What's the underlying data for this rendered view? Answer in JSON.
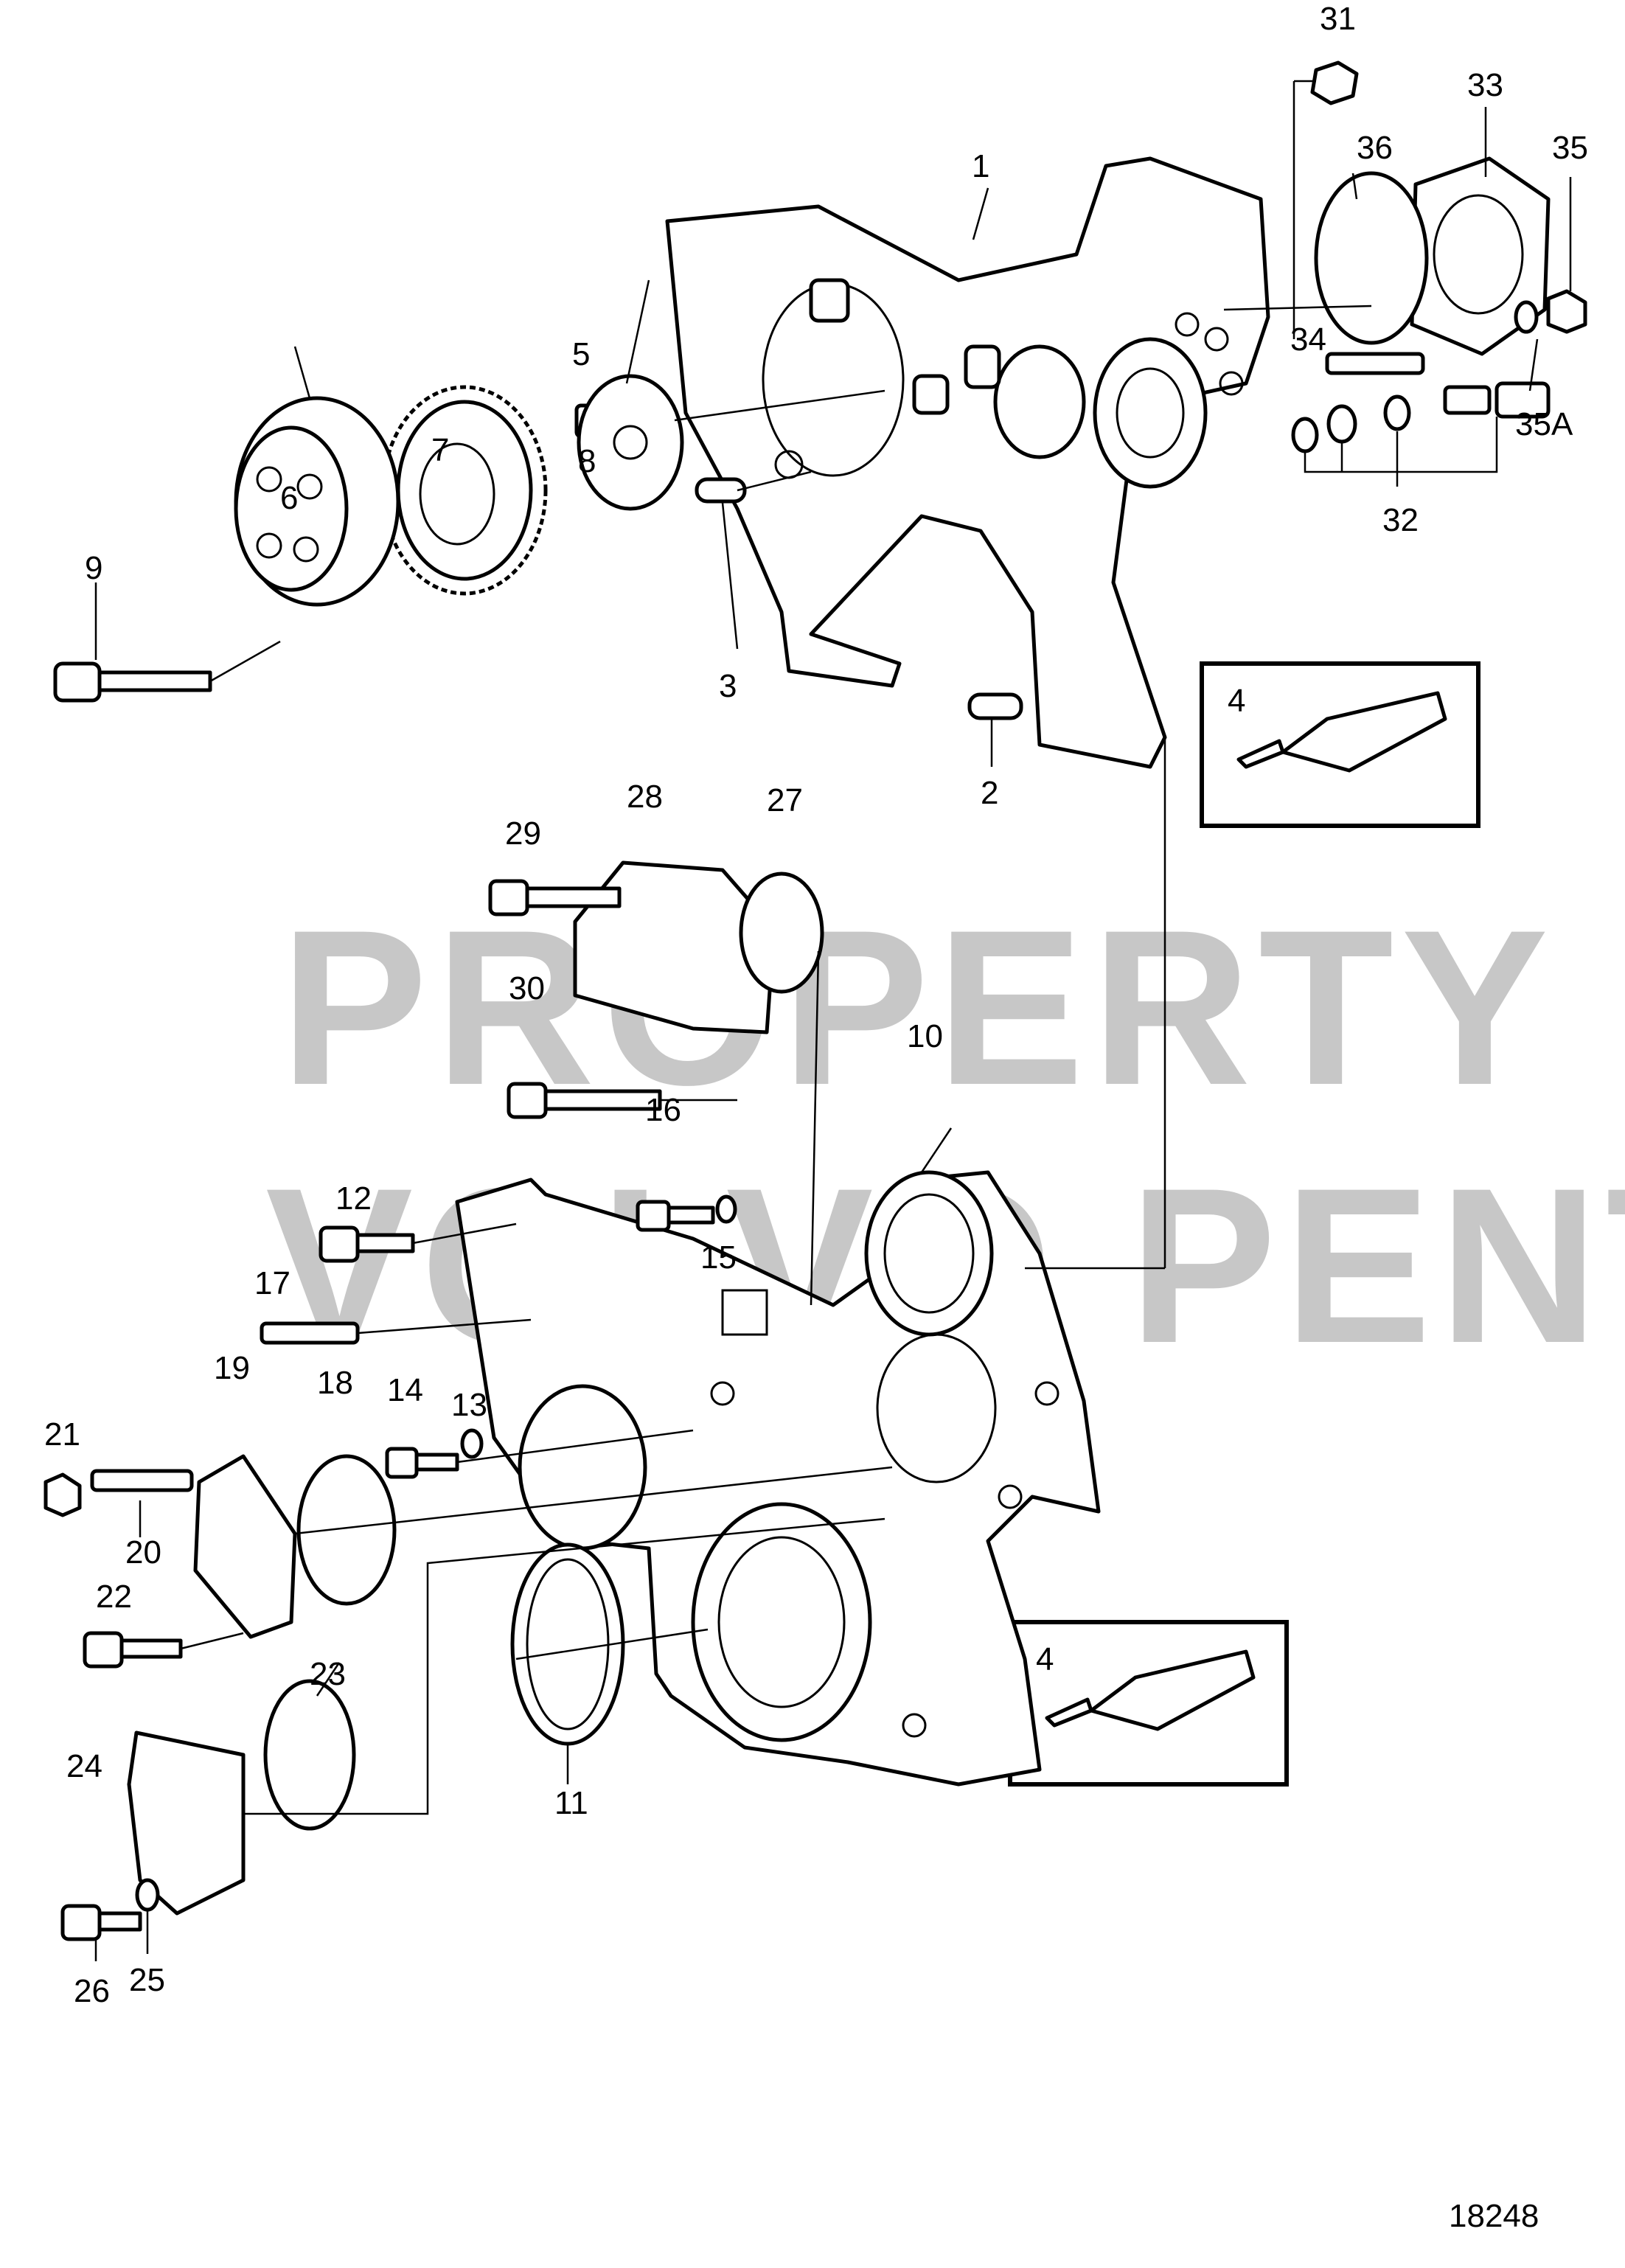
{
  "watermark": {
    "line1": "PROPERTY OF",
    "line2": "VOLVO PENTA"
  },
  "drawing_number": "18248",
  "callouts": [
    {
      "id": "c1",
      "label": "1"
    },
    {
      "id": "c2",
      "label": "2"
    },
    {
      "id": "c3",
      "label": "3"
    },
    {
      "id": "c4a",
      "label": "4"
    },
    {
      "id": "c4b",
      "label": "4"
    },
    {
      "id": "c5",
      "label": "5"
    },
    {
      "id": "c6",
      "label": "6"
    },
    {
      "id": "c7",
      "label": "7"
    },
    {
      "id": "c8",
      "label": "8"
    },
    {
      "id": "c9",
      "label": "9"
    },
    {
      "id": "c10",
      "label": "10"
    },
    {
      "id": "c11",
      "label": "11"
    },
    {
      "id": "c12",
      "label": "12"
    },
    {
      "id": "c13",
      "label": "13"
    },
    {
      "id": "c14",
      "label": "14"
    },
    {
      "id": "c15",
      "label": "15"
    },
    {
      "id": "c16",
      "label": "16"
    },
    {
      "id": "c17",
      "label": "17"
    },
    {
      "id": "c18",
      "label": "18"
    },
    {
      "id": "c19",
      "label": "19"
    },
    {
      "id": "c20",
      "label": "20"
    },
    {
      "id": "c21",
      "label": "21"
    },
    {
      "id": "c22",
      "label": "22"
    },
    {
      "id": "c23",
      "label": "23"
    },
    {
      "id": "c24",
      "label": "24"
    },
    {
      "id": "c25",
      "label": "25"
    },
    {
      "id": "c26",
      "label": "26"
    },
    {
      "id": "c27",
      "label": "27"
    },
    {
      "id": "c28",
      "label": "28"
    },
    {
      "id": "c29",
      "label": "29"
    },
    {
      "id": "c30",
      "label": "30"
    },
    {
      "id": "c31",
      "label": "31"
    },
    {
      "id": "c32",
      "label": "32"
    },
    {
      "id": "c33",
      "label": "33"
    },
    {
      "id": "c34",
      "label": "34"
    },
    {
      "id": "c35",
      "label": "35"
    },
    {
      "id": "c35a",
      "label": "35A"
    },
    {
      "id": "c36",
      "label": "36"
    }
  ]
}
